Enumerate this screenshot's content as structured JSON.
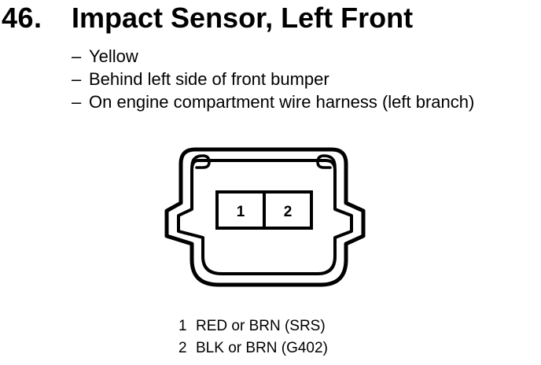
{
  "header": {
    "number": "46.",
    "title": "Impact Sensor, Left Front"
  },
  "details": [
    {
      "dash": "–",
      "text": "Yellow"
    },
    {
      "dash": "–",
      "text": "Behind left side of front bumper"
    },
    {
      "dash": "–",
      "text": "On engine compartment wire harness (left branch)"
    }
  ],
  "connector": {
    "cavities": [
      {
        "label": "1"
      },
      {
        "label": "2"
      }
    ]
  },
  "pins": [
    {
      "num": "1",
      "desc": "RED or BRN (SRS)"
    },
    {
      "num": "2",
      "desc": "BLK or BRN (G402)"
    }
  ]
}
